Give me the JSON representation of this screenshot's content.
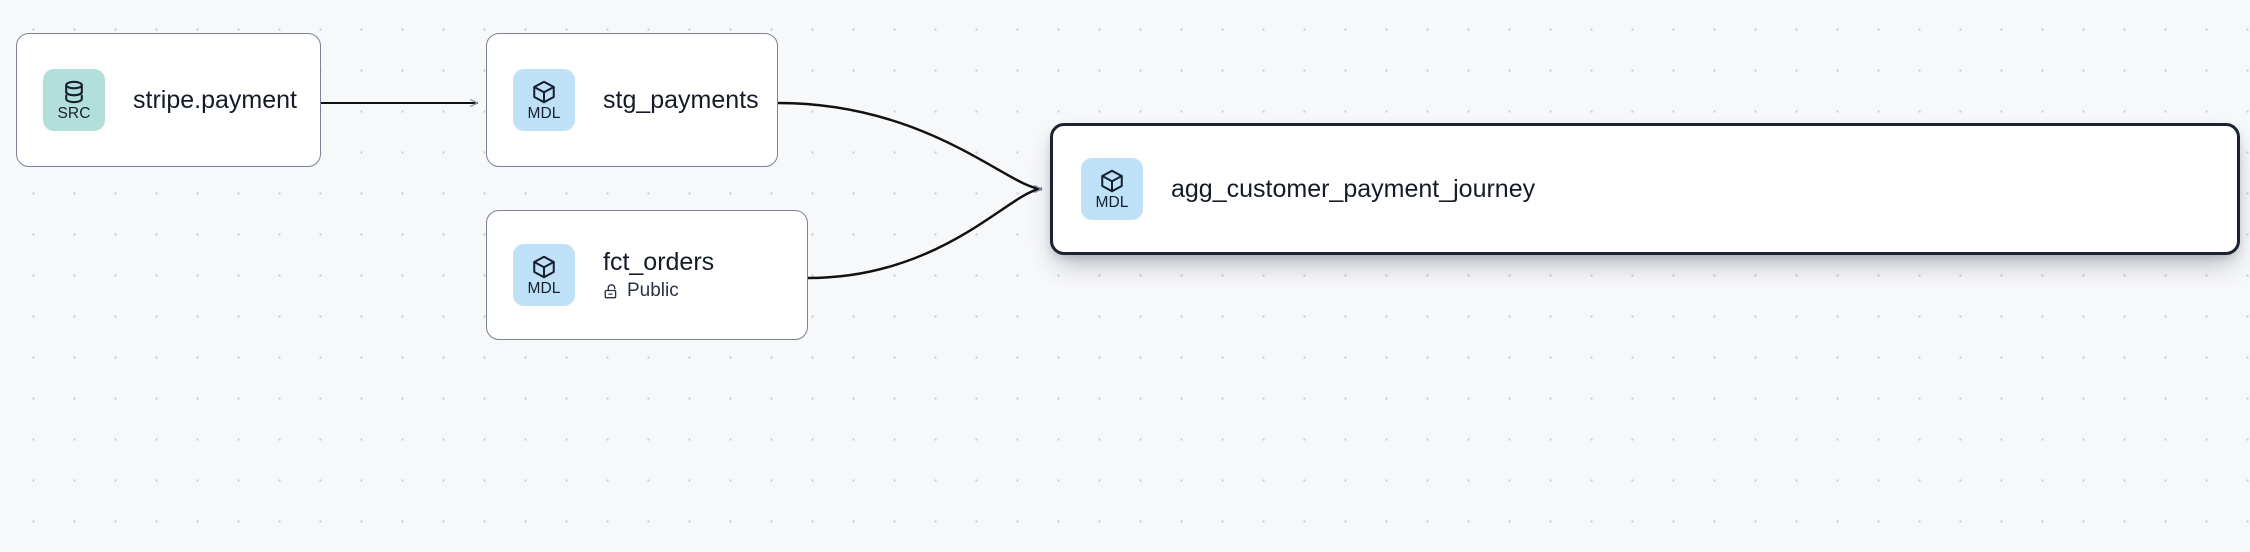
{
  "graph": {
    "title": "data-lineage-graph",
    "background_color": "#f7f8fa",
    "grid_dot_color": "#c7cbd4",
    "edge_color": "#111111",
    "arrow_color": "#8b93a3",
    "selected_border_color": "#1b2230",
    "node_border_color": "#7b8394",
    "badge_colors": {
      "src": "#b3dfdb",
      "mdl": "#bfe1f7"
    },
    "nodes": [
      {
        "id": "stripe-payment",
        "title": "stripe.payment",
        "badge_label": "SRC",
        "badge_kind": "src",
        "badge_icon": "database-icon",
        "subtitle": null,
        "subtitle_icon": null,
        "selected": false
      },
      {
        "id": "stg-payments",
        "title": "stg_payments",
        "badge_label": "MDL",
        "badge_kind": "mdl",
        "badge_icon": "cube-icon",
        "subtitle": null,
        "subtitle_icon": null,
        "selected": false
      },
      {
        "id": "fct-orders",
        "title": "fct_orders",
        "badge_label": "MDL",
        "badge_kind": "mdl",
        "badge_icon": "cube-icon",
        "subtitle": "Public",
        "subtitle_icon": "unlock-icon",
        "selected": false
      },
      {
        "id": "agg-customer-payment-journey",
        "title": "agg_customer_payment_journey",
        "badge_label": "MDL",
        "badge_kind": "mdl",
        "badge_icon": "cube-icon",
        "subtitle": null,
        "subtitle_icon": null,
        "selected": true
      }
    ],
    "edges": [
      {
        "id": "e1",
        "from": "stripe-payment",
        "to": "stg-payments",
        "shape": "straight",
        "arrow": true
      },
      {
        "id": "e2",
        "from": "stg-payments",
        "to": "agg-customer-payment-journey",
        "shape": "bezier",
        "arrow": true
      },
      {
        "id": "e3",
        "from": "fct-orders",
        "to": "agg-customer-payment-journey",
        "shape": "bezier",
        "arrow": true
      }
    ]
  }
}
